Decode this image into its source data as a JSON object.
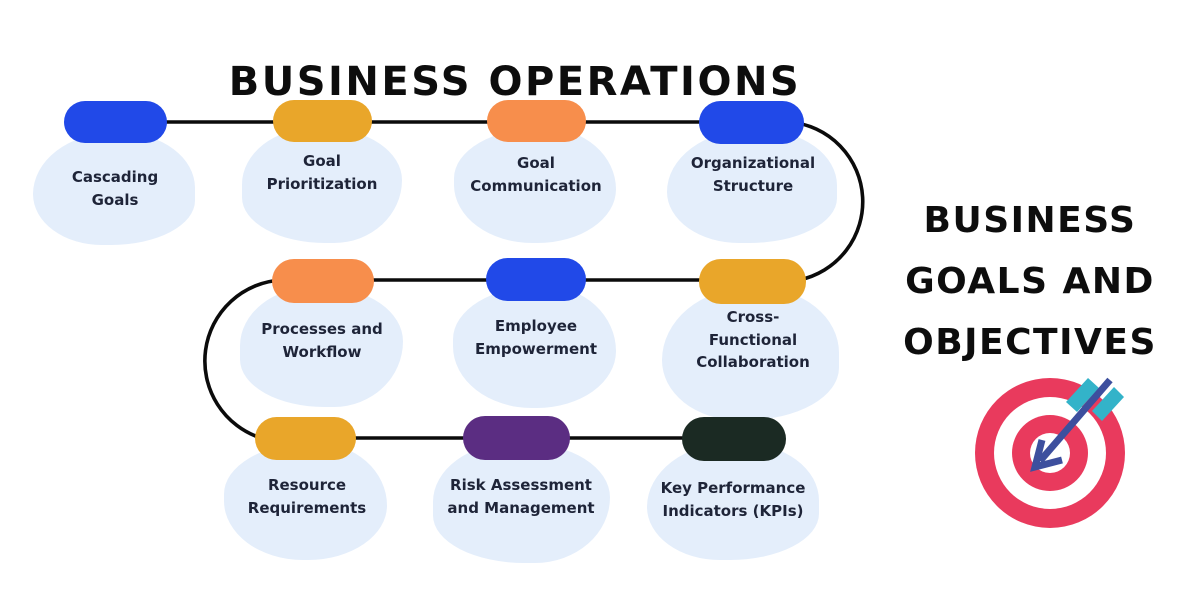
{
  "titles": {
    "left": "BUSINESS OPERATIONS",
    "right": [
      "BUSINESS",
      "GOALS AND",
      "OBJECTIVES"
    ]
  },
  "nodes": [
    {
      "label": "Cascading Goals",
      "color": "blue"
    },
    {
      "label": "Goal Prioritization",
      "color": "yellow"
    },
    {
      "label": "Goal Communication",
      "color": "orange"
    },
    {
      "label": "Organizational Structure",
      "color": "blue"
    },
    {
      "label": "Processes and Workflow",
      "color": "orange"
    },
    {
      "label": "Employee Empowerment",
      "color": "blue"
    },
    {
      "label": "Cross-Functional Collaboration",
      "color": "yellow"
    },
    {
      "label": "Resource Requirements",
      "color": "yellow"
    },
    {
      "label": "Risk Assessment and Management",
      "color": "purple"
    },
    {
      "label": "Key Performance Indicators (KPIs)",
      "color": "dark"
    }
  ],
  "colors": {
    "blue": "#2149e8",
    "yellow": "#e9a62a",
    "orange": "#f78e4c",
    "purple": "#5b2d82",
    "dark": "#1b2a23",
    "blob": "#e4eefb",
    "connector": "#0b0b0b",
    "label_text": "#1e2438",
    "title_text": "#0d0d0d",
    "target_red": "#e93a5d",
    "target_white": "#ffffff",
    "arrow_shaft": "#3d4f9e",
    "arrow_fletch": "#33b3c9"
  },
  "icons": {
    "target": "dartboard-target-icon",
    "arrow": "dart-arrow-icon"
  }
}
